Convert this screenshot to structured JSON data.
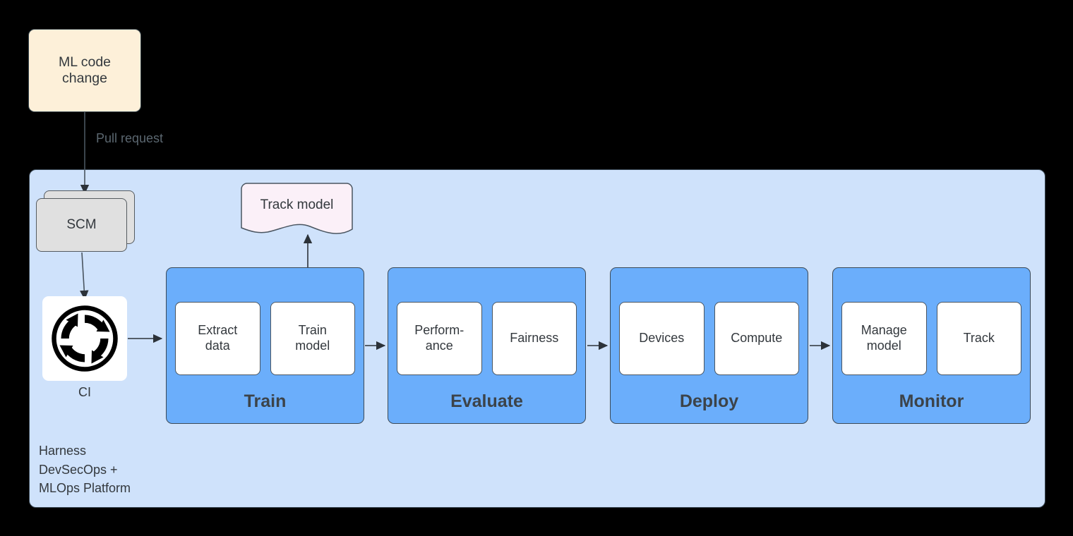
{
  "diagram": {
    "title": "Harness DevSecOps + MLOps Platform pipeline",
    "colors": {
      "background": "#000000",
      "platform_fill": "#cfe2fb",
      "stage_fill": "#6baefb",
      "code_change_fill": "#fdf0d9",
      "scm_fill": "#e0e0e0",
      "track_model_fill": "#fbf0f8",
      "sub_box_fill": "#ffffff",
      "border": "#3c4a57",
      "text": "#33383d",
      "label_text": "#5b6770"
    }
  },
  "code_change": {
    "label": "ML code\nchange"
  },
  "edges": {
    "pull_request_label": "Pull request"
  },
  "scm": {
    "label": "SCM"
  },
  "ci": {
    "icon": "continuous-integration-cycle-icon",
    "label": "CI"
  },
  "track_model": {
    "label": "Track model"
  },
  "stages": [
    {
      "id": "train",
      "title": "Train",
      "sub_boxes": [
        {
          "id": "extract-data",
          "label": "Extract\ndata"
        },
        {
          "id": "train-model",
          "label": "Train\nmodel"
        }
      ]
    },
    {
      "id": "evaluate",
      "title": "Evaluate",
      "sub_boxes": [
        {
          "id": "performance",
          "label": "Perform-\nance"
        },
        {
          "id": "fairness",
          "label": "Fairness"
        }
      ]
    },
    {
      "id": "deploy",
      "title": "Deploy",
      "sub_boxes": [
        {
          "id": "devices",
          "label": "Devices"
        },
        {
          "id": "compute",
          "label": "Compute"
        }
      ]
    },
    {
      "id": "monitor",
      "title": "Monitor",
      "sub_boxes": [
        {
          "id": "manage-model",
          "label": "Manage\nmodel"
        },
        {
          "id": "track",
          "label": "Track"
        }
      ]
    }
  ],
  "platform": {
    "caption": "Harness\nDevSecOps +\nMLOps Platform"
  }
}
